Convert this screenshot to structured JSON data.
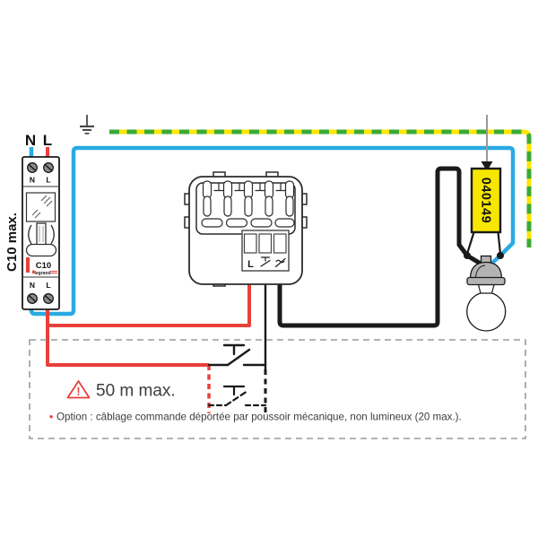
{
  "colors": {
    "live_red": "#e8403a",
    "neutral_blue": "#29abe2",
    "earth_green": "#3aaa35",
    "earth_yellow": "#ffe600",
    "label_yellow": "#f7e700",
    "holder_gray": "#b3b3b3",
    "outline_gray": "#999999",
    "ink": "#1a1a1a",
    "text_gray": "#3d3d3d"
  },
  "supply": {
    "neutral_label": "N",
    "live_label": "L"
  },
  "breaker": {
    "side_note": "C10 max.",
    "top_terminal_n": "N",
    "top_terminal_l": "L",
    "model": "C10",
    "brand": "legrand",
    "bottom_terminal_n": "N",
    "bottom_terminal_l": "L"
  },
  "module": {
    "terminal_live_label": "L",
    "terminal_control_icon": "pushbutton-contact-icon",
    "terminal_load_icon": "switched-load-icon"
  },
  "product_label": {
    "reference": "040149"
  },
  "warning": {
    "mark": "!",
    "text": "50 m max."
  },
  "option_note": {
    "bullet": "•",
    "text": "Option : câblage commande déportée par poussoir mécanique, non lumineux (20 max.)."
  },
  "icons": {
    "earth": "earth-ground-icon",
    "arrow": "reference-pointer-arrow",
    "lamp": "light-bulb",
    "warning": "warning-triangle-icon"
  }
}
